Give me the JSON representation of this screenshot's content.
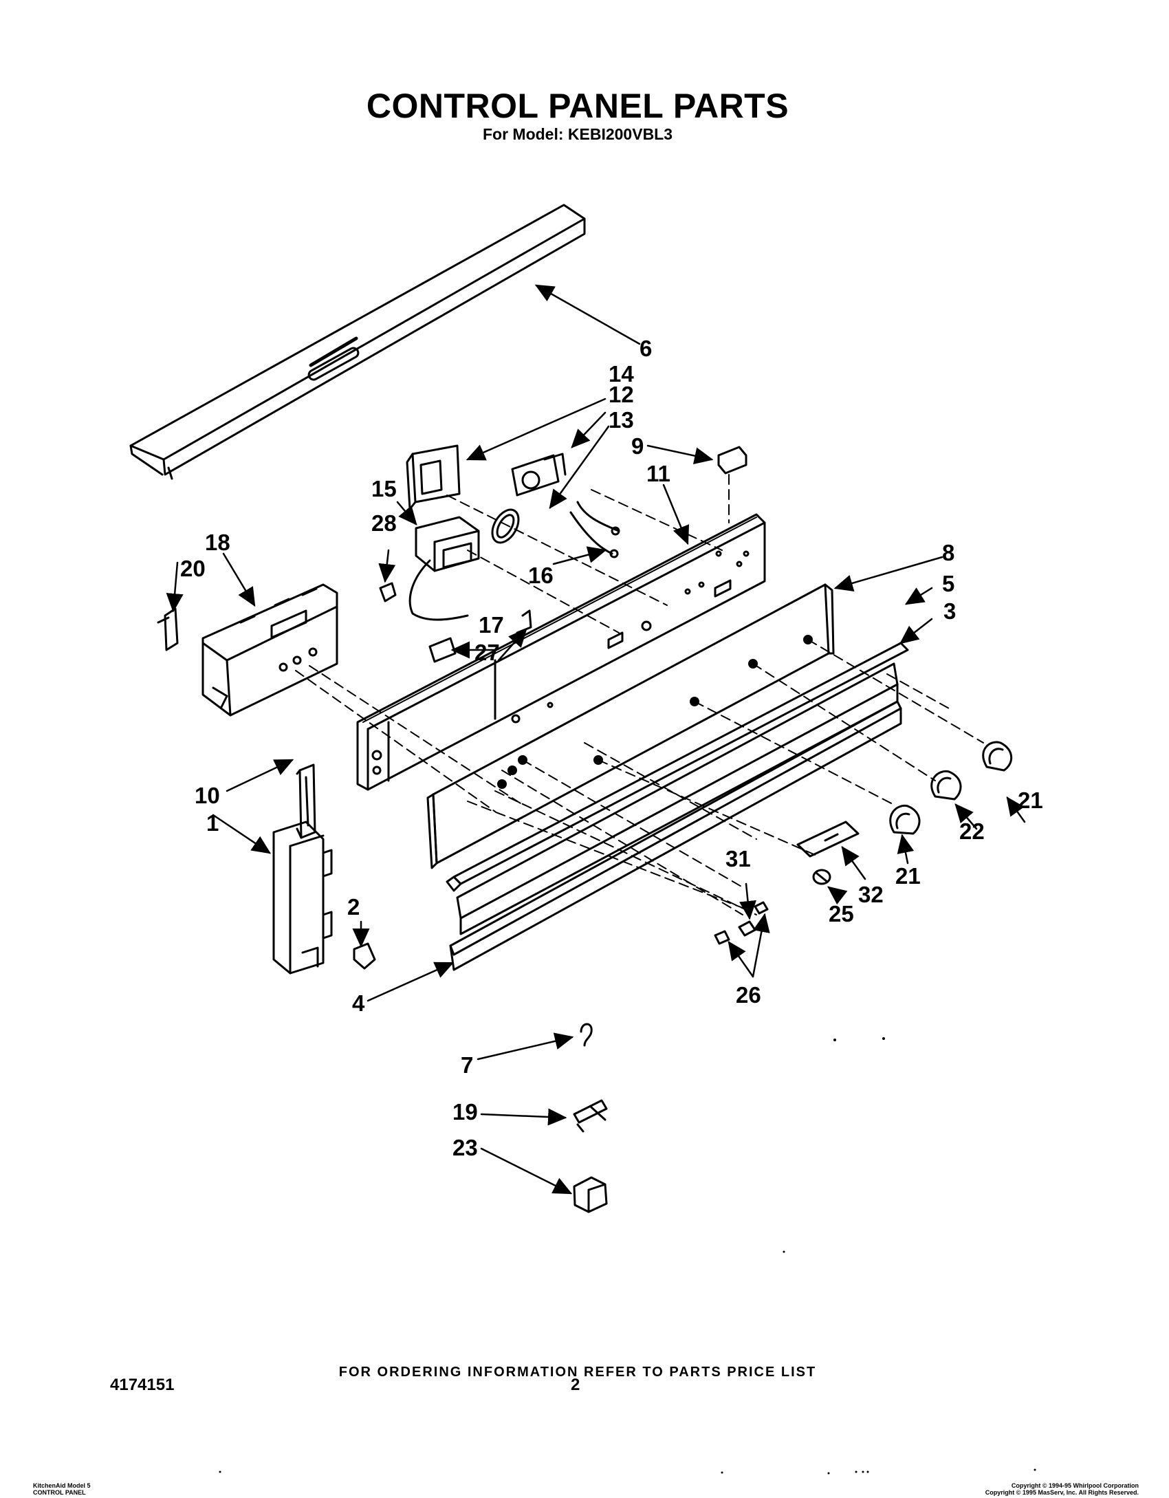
{
  "header": {
    "title": "CONTROL PANEL PARTS",
    "subtitle": "For Model: KEBI200VBL3"
  },
  "callouts": {
    "c1": "1",
    "c2": "2",
    "c3": "3",
    "c4": "4",
    "c5": "5",
    "c6": "6",
    "c7": "7",
    "c8": "8",
    "c9": "9",
    "c10": "10",
    "c11": "11",
    "c12": "12",
    "c13": "13",
    "c14": "14",
    "c15": "15",
    "c16": "16",
    "c17": "17",
    "c18": "18",
    "c19": "19",
    "c20": "20",
    "c21a": "21",
    "c21b": "21",
    "c22": "22",
    "c23": "23",
    "c25": "25",
    "c26": "26",
    "c27": "27",
    "c28": "28",
    "c31": "31",
    "c32": "32"
  },
  "footer": {
    "ordering_note": "FOR ORDERING INFORMATION REFER TO PARTS PRICE LIST",
    "document_number": "4174151",
    "page_number": "2",
    "left_line1": "KitchenAid Model 5",
    "left_line2": "CONTROL PANEL",
    "right_line1": "Copyright © 1994-95 Whirlpool Corporation",
    "right_line2": "Copyright © 1995 MasServ, Inc. All Rights Reserved."
  }
}
